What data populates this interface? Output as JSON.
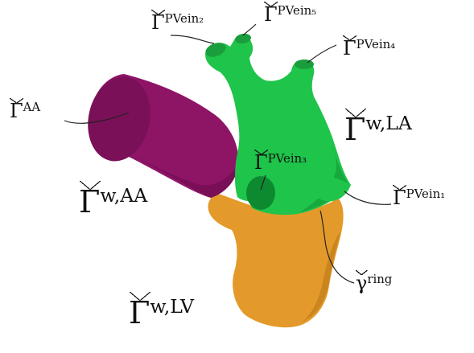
{
  "labels": {
    "pvein2": {
      "symbol": "Γ",
      "superscript": "PVein₂"
    },
    "pvein5": {
      "symbol": "Γ",
      "superscript": "PVein₅"
    },
    "pvein4": {
      "symbol": "Γ",
      "superscript": "PVein₄"
    },
    "aa_inlet": {
      "symbol": "Γ",
      "superscript": "AA"
    },
    "wall_la": {
      "symbol": "Γ",
      "superscript": "w,LA"
    },
    "pvein3": {
      "symbol": "Γ",
      "superscript": "PVein₃"
    },
    "wall_aa": {
      "symbol": "Γ",
      "superscript": "w,AA"
    },
    "pvein1": {
      "symbol": "Γ",
      "superscript": "PVein₁"
    },
    "ring": {
      "symbol": "γ",
      "superscript": "ring"
    },
    "wall_lv": {
      "symbol": "Γ",
      "superscript": "w,LV"
    }
  },
  "colors": {
    "atrium_green": "#1fc44a",
    "atrium_dark": "#0d8a30",
    "aorta_magenta": "#8e1466",
    "aorta_dark": "#6a0c4c",
    "ventricle_orange": "#e39a2a",
    "ventricle_dark": "#b87416",
    "leader_line": "#222222"
  }
}
